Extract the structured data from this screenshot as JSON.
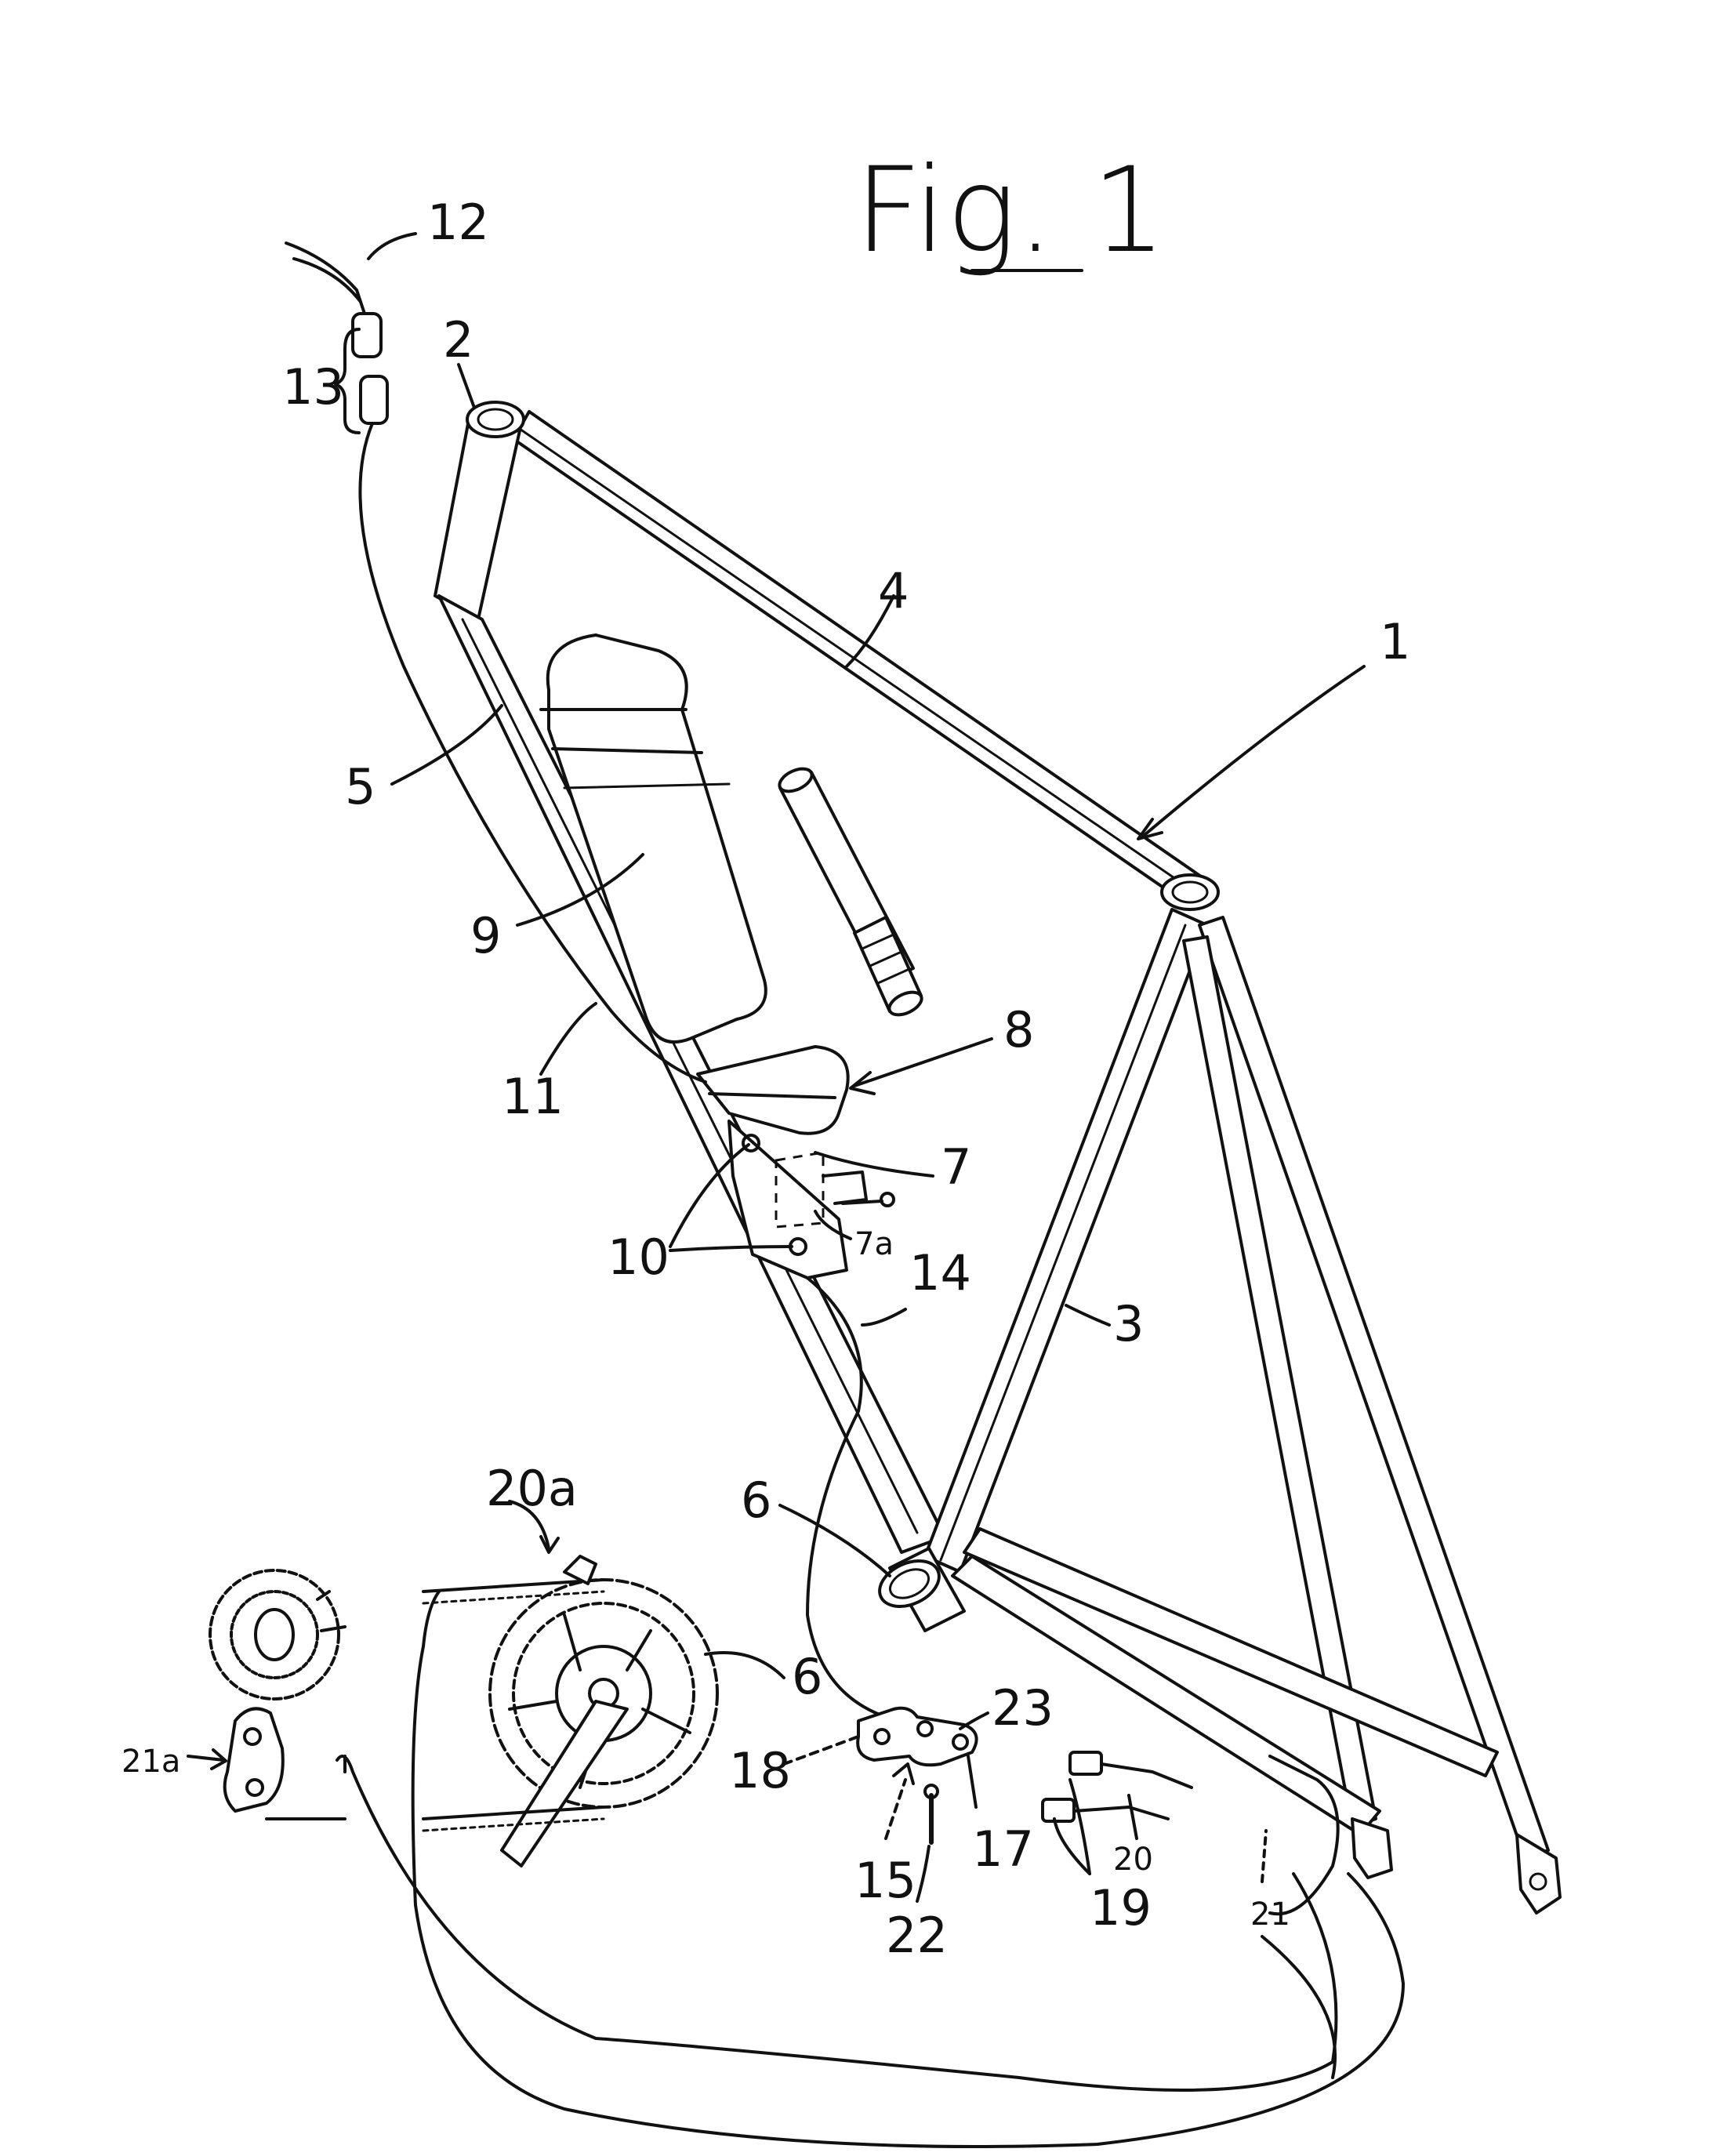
{
  "figure": {
    "title": "Fig. 1"
  },
  "labels": [
    {
      "id": "1",
      "text": "1"
    },
    {
      "id": "2",
      "text": "2"
    },
    {
      "id": "3",
      "text": "3"
    },
    {
      "id": "4",
      "text": "4"
    },
    {
      "id": "5",
      "text": "5"
    },
    {
      "id": "6a",
      "text": "6"
    },
    {
      "id": "6b",
      "text": "6"
    },
    {
      "id": "7",
      "text": "7"
    },
    {
      "id": "7a",
      "text": "7a"
    },
    {
      "id": "8",
      "text": "8"
    },
    {
      "id": "9",
      "text": "9"
    },
    {
      "id": "10",
      "text": "10"
    },
    {
      "id": "11",
      "text": "11"
    },
    {
      "id": "12",
      "text": "12"
    },
    {
      "id": "13",
      "text": "13"
    },
    {
      "id": "14",
      "text": "14"
    },
    {
      "id": "15",
      "text": "15"
    },
    {
      "id": "17",
      "text": "17"
    },
    {
      "id": "18",
      "text": "18"
    },
    {
      "id": "19",
      "text": "19"
    },
    {
      "id": "20",
      "text": "20"
    },
    {
      "id": "20a",
      "text": "20a"
    },
    {
      "id": "21",
      "text": "21"
    },
    {
      "id": "21a",
      "text": "21a"
    },
    {
      "id": "22",
      "text": "22"
    },
    {
      "id": "23",
      "text": "23"
    }
  ]
}
